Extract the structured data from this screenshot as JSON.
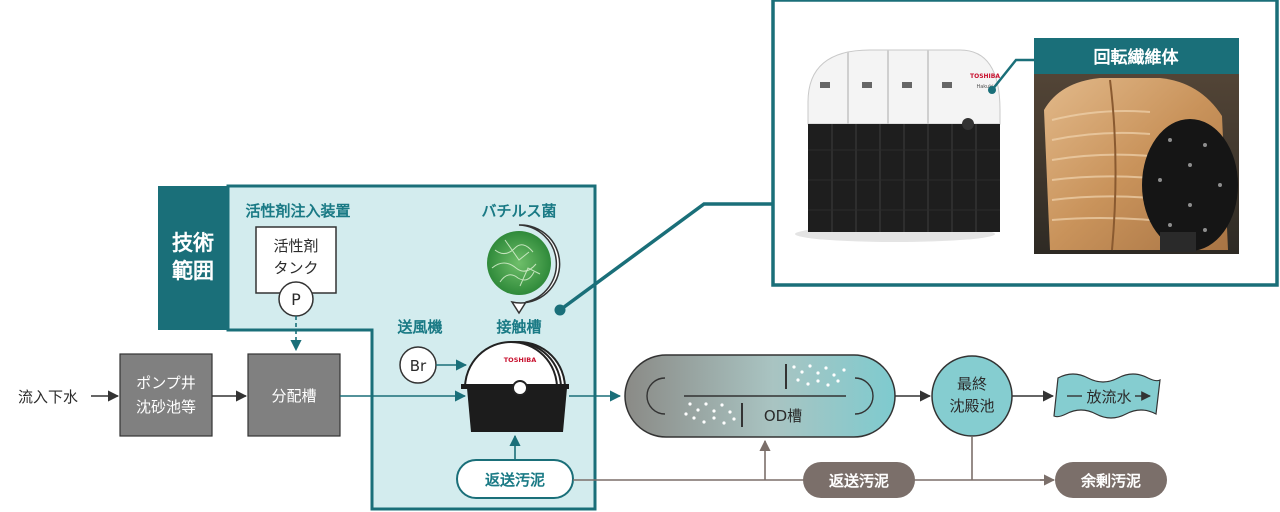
{
  "scope": {
    "tab_line1": "技術",
    "tab_line2": "範囲"
  },
  "activator": {
    "device_label": "活性剤注入装置",
    "tank_line1": "活性剤",
    "tank_line2": "タンク",
    "pump_symbol": "P"
  },
  "bacteria": {
    "label": "バチルス菌"
  },
  "blower": {
    "label": "送風機",
    "symbol": "Br"
  },
  "contact_tank": {
    "label": "接触槽",
    "brand": "TOSHIBA"
  },
  "flow": {
    "inflow": "流入下水",
    "pump_well_line1": "ポンプ井",
    "pump_well_line2": "沈砂池等",
    "distribution": "分配槽",
    "od_tank": "OD槽",
    "final_line1": "最終",
    "final_line2": "沈殿池",
    "discharge": "放流水"
  },
  "sludge": {
    "return_inner": "返送汚泥",
    "return_outer": "返送汚泥",
    "excess": "余剰汚泥"
  },
  "photo": {
    "caption": "回転繊維体",
    "brand": "TOSHIBA",
    "sub_brand": "Hakuki"
  },
  "colors": {
    "teal_dark": "#1a6f79",
    "teal_light": "#d3ecee",
    "box_gray": "#808080",
    "sludge_brown": "#7b6f6a",
    "od_gradient_start": "#8a8a86",
    "od_gradient_end": "#7ecbcf",
    "final_fill": "#85cdd0"
  }
}
